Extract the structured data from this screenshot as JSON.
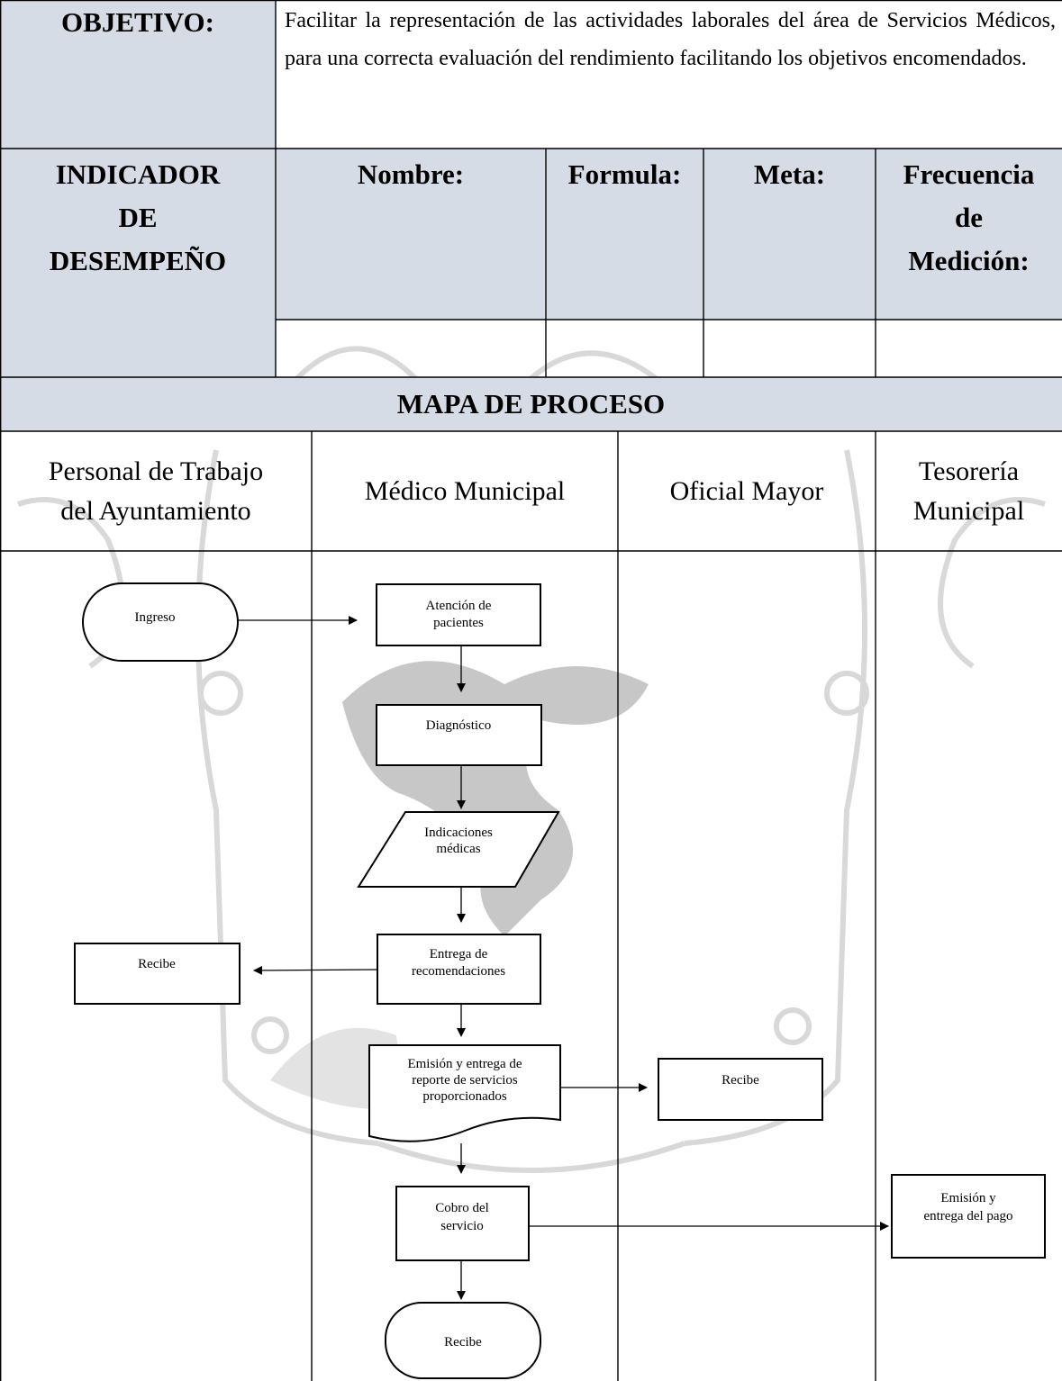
{
  "objective": {
    "label": "OBJETIVO:",
    "text": "Facilitar la representación de las actividades laborales del área de Servicios Médicos, para una correcta evaluación del rendimiento facilitando los objetivos encomendados."
  },
  "indicator": {
    "label_lines": [
      "INDICADOR",
      "DE",
      "DESEMPEÑO"
    ],
    "columns": {
      "nombre": "Nombre:",
      "formula": "Formula:",
      "meta": "Meta:",
      "frecuencia_lines": [
        "Frecuencia",
        "de",
        "Medición:"
      ]
    }
  },
  "process_map": {
    "title": "MAPA DE PROCESO",
    "lanes": [
      {
        "lines": [
          "Personal de Trabajo",
          "del Ayuntamiento"
        ]
      },
      {
        "lines": [
          "Médico Municipal"
        ]
      },
      {
        "lines": [
          "Oficial Mayor"
        ]
      },
      {
        "lines": [
          "Tesorería",
          "Municipal"
        ]
      }
    ],
    "nodes": {
      "ingreso": "Ingreso",
      "atencion": [
        "Atención de",
        "pacientes"
      ],
      "diagnostico": "Diagnóstico",
      "indicaciones": [
        "Indicaciones",
        "médicas"
      ],
      "entrega_recomendaciones": [
        "Entrega de",
        "recomendaciones"
      ],
      "recibe_personal": "Recibe",
      "emision_reporte": [
        "Emisión y entrega de",
        "reporte de servicios",
        "proporcionados"
      ],
      "recibe_oficial": "Recibe",
      "cobro": [
        "Cobro del",
        "servicio"
      ],
      "emision_pago": [
        "Emisión y",
        "entrega del pago"
      ],
      "recibe_final": "Recibe"
    }
  },
  "colors": {
    "header_fill": "#d6dce5",
    "watermark": "#c6c6c6",
    "line": "#000000"
  }
}
